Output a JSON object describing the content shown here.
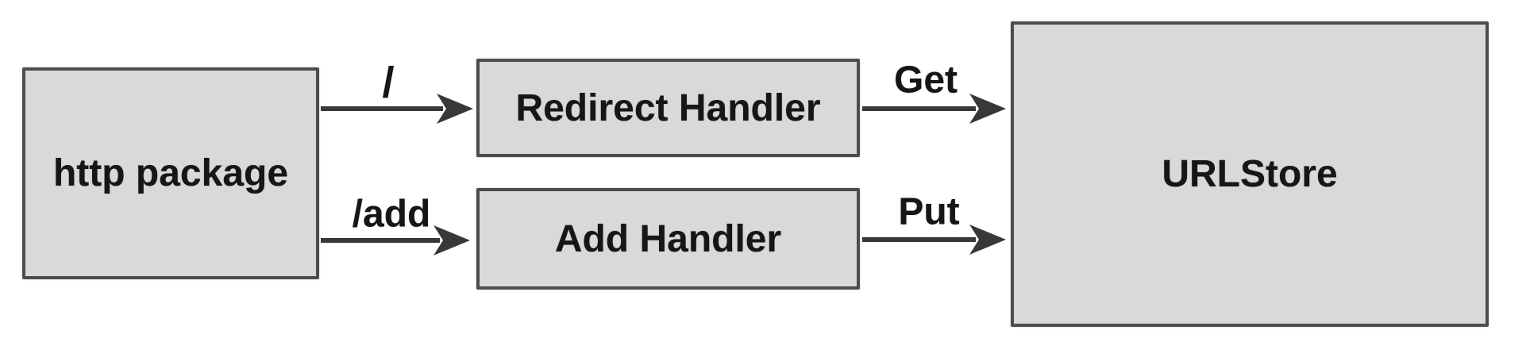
{
  "diagram": {
    "nodes": {
      "http_package": {
        "label": "http package"
      },
      "redirect_handler": {
        "label": "Redirect Handler"
      },
      "add_handler": {
        "label": "Add Handler"
      },
      "urlstore": {
        "label": "URLStore"
      }
    },
    "edges": {
      "slash": {
        "label": "/",
        "from": "http package",
        "to": "Redirect Handler"
      },
      "add": {
        "label": "/add",
        "from": "http package",
        "to": "Add Handler"
      },
      "get": {
        "label": "Get",
        "from": "Redirect Handler",
        "to": "URLStore"
      },
      "put": {
        "label": "Put",
        "from": "Add Handler",
        "to": "URLStore"
      }
    },
    "colors": {
      "box_fill": "#d9d9d9",
      "box_border": "#4d4d4d",
      "arrow": "#383838",
      "text": "#161616",
      "background": "#ffffff"
    }
  }
}
